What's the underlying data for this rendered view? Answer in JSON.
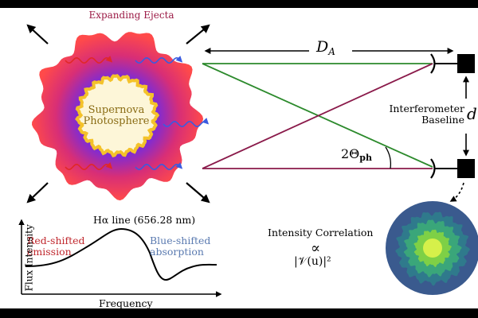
{
  "labels": {
    "ejecta_title": "Expanding Ejecta",
    "photosphere_line1": "Supernova",
    "photosphere_line2": "Photosphere",
    "distance_symbol": "D",
    "distance_subscript": "A",
    "interferometer_line1": "Interferometer",
    "interferometer_line2": "Baseline",
    "baseline_symbol": "d",
    "angle_symbol": "2Θ",
    "angle_subscript": "ph",
    "line_label": "Hα line (656.28 nm)",
    "red_line1": "Red-shifted",
    "red_line2": "emission",
    "blue_line1": "Blue-shifted",
    "blue_line2": "absorption",
    "flux_axis": "Flux Intensity",
    "freq_axis": "Frequency",
    "correlation_title": "Intensity Correlation",
    "proportional": "∝",
    "visibility": "|𝒱(u)|²"
  },
  "colors": {
    "ejecta_outer": "#ff4a4a",
    "ejecta_mid": "#d82e76",
    "ejecta_inner": "#7a2bd8",
    "photosphere_fill": "#fdf6d8",
    "photosphere_edge": "#f4c22a",
    "green_ray": "#2c8a2c",
    "purple_ray": "#8a1a4a",
    "red_wave": "#e02828",
    "blue_wave": "#3a5be0",
    "label_red": "#c0272d",
    "label_blue": "#5a7ab0",
    "title_magenta": "#9b1a45",
    "photo_text": "#8a6c14",
    "disk_outer": "#3a5a8e",
    "disk_ring2": "#2f7a8c",
    "disk_ring3": "#3aa67a",
    "disk_ring4": "#7ed046",
    "disk_center": "#d6f04a"
  },
  "icons": {
    "corner_arrows": "expansion-arrow-icon",
    "wave_arrows": "photon-wave-icon",
    "telescope": "telescope-icon"
  }
}
